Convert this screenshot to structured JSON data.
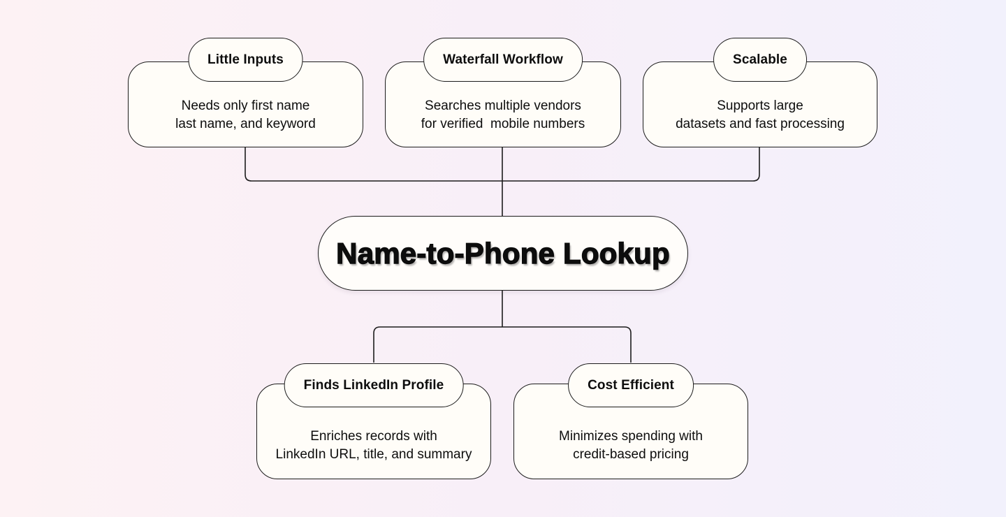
{
  "diagram": {
    "center": {
      "title": "Name-to-Phone Lookup"
    },
    "top_features": [
      {
        "title": "Little Inputs",
        "body": "Needs only first name\nlast name, and keyword"
      },
      {
        "title": "Waterfall Workflow",
        "body": "Searches multiple vendors\nfor verified  mobile numbers"
      },
      {
        "title": "Scalable",
        "body": "Supports large\ndatasets and fast processing"
      }
    ],
    "bottom_features": [
      {
        "title": "Finds LinkedIn Profile",
        "body": "Enriches records with\nLinkedIn URL, title, and summary"
      },
      {
        "title": "Cost Efficient",
        "body": "Minimizes spending with\ncredit-based pricing"
      }
    ],
    "colors": {
      "background_left": "#fdf2f4",
      "background_mid": "#f8eff8",
      "background_right": "#f2f1fc",
      "card_fill": "#fffdf8",
      "stroke": "#1c1c1c",
      "text": "#0d0d0d"
    }
  }
}
